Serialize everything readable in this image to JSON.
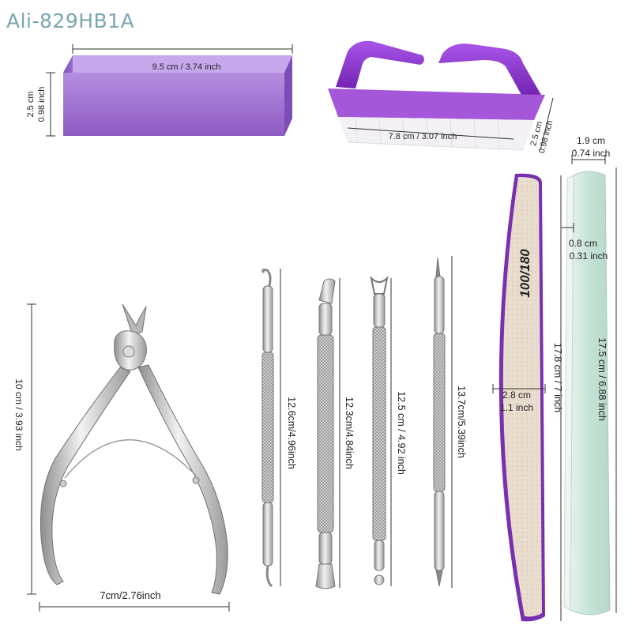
{
  "watermark": "Ali-829HB1A",
  "colors": {
    "buffer_purple": "#9b6fcf",
    "brush_purple": "#8a33c9",
    "file_tan": "#e6d9c9",
    "file_edge_purple": "#7a2fb0",
    "file_green": "#cfe6dc",
    "steel": "#c9c9c9",
    "dimension_line": "#333333"
  },
  "items": {
    "buffer": {
      "length": "9.5 cm / 3.74 inch",
      "height_cm": "2.5 cm",
      "height_in": "0.98 inch"
    },
    "brush": {
      "length": "7.8 cm / 3.07 inch",
      "height_cm": "2.5 cm",
      "height_in": "0.98 inch"
    },
    "nipper": {
      "height": "10 cm / 3.93 inch",
      "width": "7cm/2.76inch"
    },
    "pusher_a": {
      "length": "12.6cm/4.96inch"
    },
    "pusher_b": {
      "length": "12.3cm/4.84inch"
    },
    "pusher_c": {
      "length": "12.5 cm / 4.92 inch"
    },
    "pusher_d": {
      "length": "13.7cm/5.39inch"
    },
    "file_boat": {
      "grit": "100/180",
      "length": "17.8 cm / 7 inch",
      "width_cm": "2.8 cm",
      "width_in": "1.1 inch"
    },
    "file_straight": {
      "length": "17.5 cm / 6.88 inch",
      "width_cm": "1.9 cm",
      "width_in": "0.74 inch",
      "thickness_cm": "0.8 cm",
      "thickness_in": "0.31 inch"
    }
  }
}
